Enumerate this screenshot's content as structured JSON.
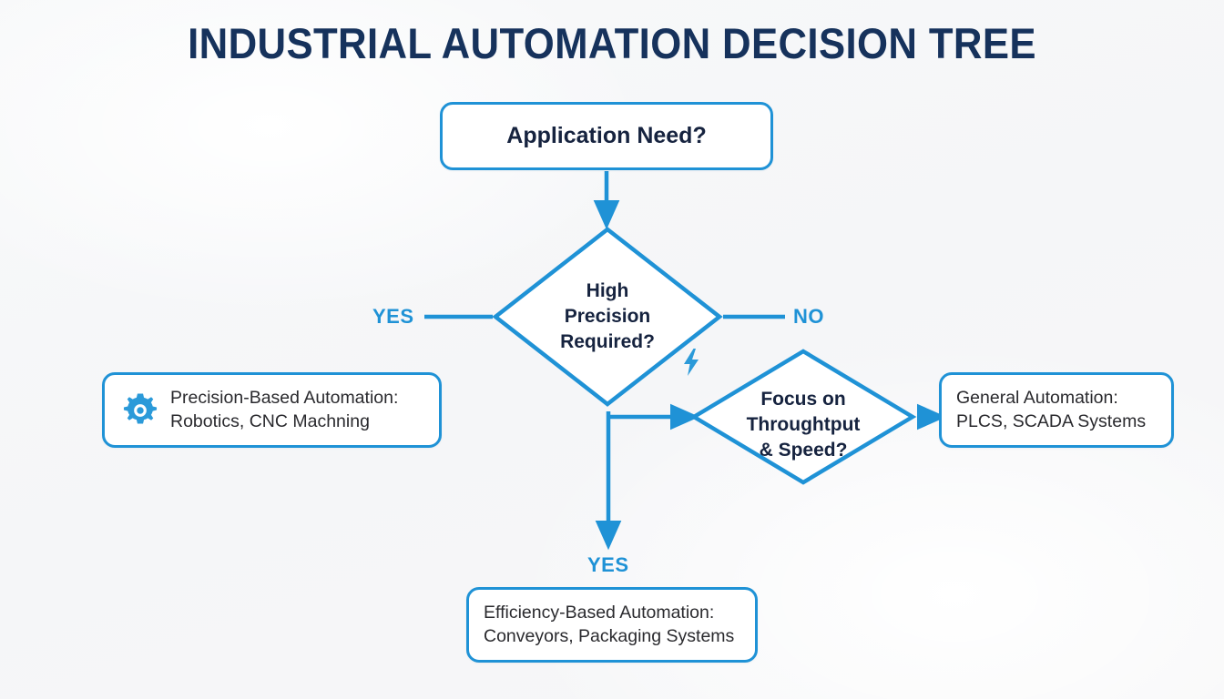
{
  "page": {
    "title": "INDUSTRIAL AUTOMATION DECISION TREE",
    "background_color": "#f7f8fa",
    "accent_color": "#1f92d6",
    "title_color": "#16325c",
    "node_text_color": "#2a2a2e"
  },
  "nodes": {
    "root": {
      "label": "Application Need?",
      "shape": "rounded-rectangle"
    },
    "decision_precision": {
      "label": "High\nPrecision\nRequired?",
      "shape": "diamond"
    },
    "decision_throughput": {
      "label": "Focus on\nThroughtput\n& Speed?",
      "shape": "diamond",
      "icon": "lightning-bolt-icon"
    },
    "outcome_precision": {
      "label": "Precision-Based Automation:\nRobotics, CNC Machning",
      "shape": "rounded-rectangle",
      "icon": "gear-icon"
    },
    "outcome_general": {
      "label": "General Automation:\nPLCS, SCADA Systems",
      "shape": "rounded-rectangle"
    },
    "outcome_efficiency": {
      "label": "Efficiency-Based Automation:\nConveyors, Packaging Systems",
      "shape": "rounded-rectangle"
    }
  },
  "edges": {
    "yes_left": "YES",
    "no_right": "NO",
    "yes_down": "YES"
  },
  "chart_data": {
    "type": "diagram",
    "diagram_kind": "decision-tree-flowchart",
    "title": "INDUSTRIAL AUTOMATION DECISION TREE",
    "nodes": [
      {
        "id": "root",
        "text": "Application Need?",
        "shape": "rounded-rectangle"
      },
      {
        "id": "d1",
        "text": "High Precision Required?",
        "shape": "diamond"
      },
      {
        "id": "d2",
        "text": "Focus on Throughtput & Speed?",
        "shape": "diamond"
      },
      {
        "id": "o1",
        "text": "Precision-Based Automation: Robotics, CNC Machning",
        "shape": "rounded-rectangle"
      },
      {
        "id": "o2",
        "text": "General Automation: PLCS, SCADA Systems",
        "shape": "rounded-rectangle"
      },
      {
        "id": "o3",
        "text": "Efficiency-Based Automation: Conveyors, Packaging Systems",
        "shape": "rounded-rectangle"
      }
    ],
    "links": [
      {
        "from": "root",
        "to": "d1",
        "label": ""
      },
      {
        "from": "d1",
        "to": "o1",
        "label": "YES"
      },
      {
        "from": "d1",
        "to": "d2",
        "label": "NO"
      },
      {
        "from": "d2",
        "to": "o2",
        "label": ""
      },
      {
        "from": "d2",
        "to": "o3",
        "label": "YES"
      }
    ]
  }
}
